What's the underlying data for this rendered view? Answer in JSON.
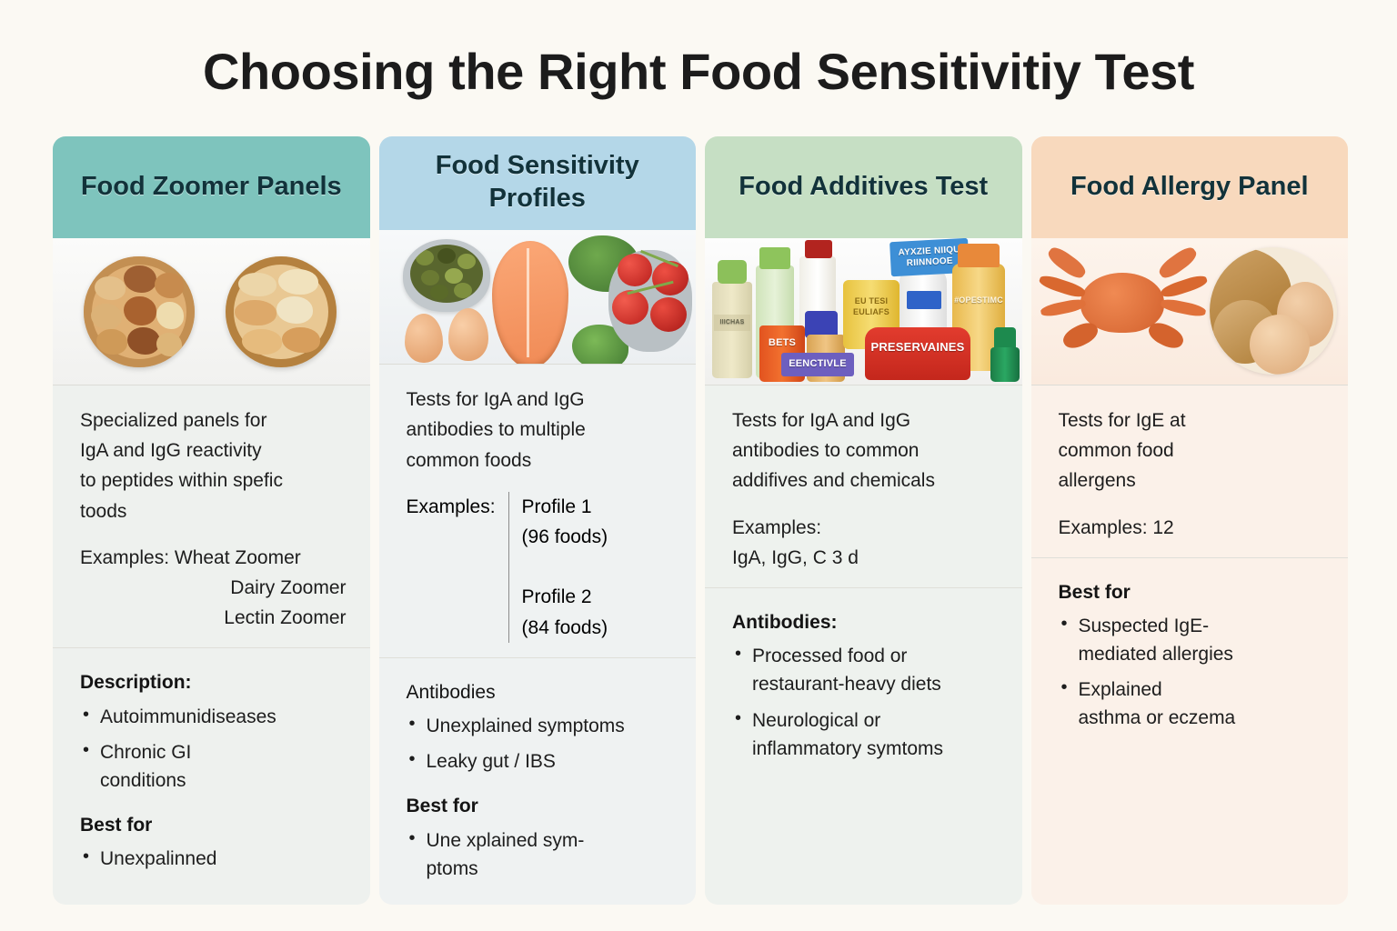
{
  "title": "Choosing the Right Food Sensitivitiy Test",
  "theme": {
    "page_bg": "#fbf9f3",
    "title_color": "#1c1c1c",
    "header_text_color": "#12323a"
  },
  "columns": [
    {
      "id": "food-zoomer-panels",
      "title": "Food Zoomer\nPanels",
      "header_color": "#7ec4bd",
      "body_color": "#eef1ee",
      "photo": {
        "name": "nuts-and-beans-bowls-photo",
        "description": "Two wooden bowls of mixed nuts and beans"
      },
      "description": "Specialized panels for\nIgA and IgG reactivity\nto peptides within spefic\ntoods",
      "examples_label": "Examples: Wheat Zoomer",
      "examples_extra": "Dairy Zoomer\nLectin Zoomer",
      "lower": [
        {
          "heading": "Description:",
          "bold": true,
          "items": [
            "Autoimmunidiseases",
            "Chronic GI\nconditions"
          ]
        },
        {
          "heading": "Best for",
          "bold": true,
          "items": [
            "Unexpalinned"
          ]
        }
      ]
    },
    {
      "id": "food-sensitivity-profiles",
      "title": "Food Sensitivity\nProfiles",
      "header_color": "#b4d7e8",
      "body_color": "#eff2f2",
      "photo": {
        "name": "olives-eggs-salmon-broccoli-tomatoes-photo",
        "description": "Olives, eggs, salmon fillet, broccoli and tomatoes on a white tray"
      },
      "description": "Tests for IgA and IgG\nantibodies to multiple\ncommon foods",
      "examples_key": "Examples:",
      "examples_values": "Profile 1\n(96 foods)\n\nProfile 2\n(84 foods)",
      "lower": [
        {
          "heading": "Antibodies",
          "bold": false,
          "items": [
            "Unexplained symptoms",
            "Leaky gut / IBS"
          ]
        },
        {
          "heading": "Best for",
          "bold": true,
          "items": [
            "Une xplained sym-\nptoms"
          ]
        }
      ]
    },
    {
      "id": "food-additives-test",
      "title": "Food Additives\nTest",
      "header_color": "#c6dfc4",
      "body_color": "#eef2ee",
      "photo": {
        "name": "packaged-food-additive-bottles-photo",
        "description": "Row of colorful bottles and packaged products with additive labels",
        "labels": [
          "PRESERVAINES",
          "EENCTIVLE",
          "AYXZIE NIIQU",
          "RIINNOOE",
          "#OPESTIMC",
          "BETS",
          "EU TESI",
          "EULIAFS"
        ]
      },
      "description": "Tests for IgA and IgG\nantibodies to common\naddifives and chemicals",
      "examples_key": "Examples:",
      "examples_values": " IgA, IgG, C 3 d",
      "lower": [
        {
          "heading": "Antibodies:",
          "bold": true,
          "items": [
            "Processed food or\nrestaurant-heavy diets",
            "Neurological or\ninflammatory symtoms"
          ]
        }
      ]
    },
    {
      "id": "food-allergy-panel",
      "title": "Food Allergy\nPanel",
      "header_color": "#f8d9bd",
      "body_color": "#fbf1e9",
      "photo": {
        "name": "crab-bread-eggs-photo",
        "description": "A cooked crab beside a round inset of bread and eggs"
      },
      "description": "Tests for IgE at\ncommon food\nallergens",
      "examples_key": "Examples: 12",
      "lower": [
        {
          "heading": "Best for",
          "bold": true,
          "items": [
            "Suspected IgE-\nmediated allergies",
            "Explained\nasthma or eczema"
          ]
        }
      ]
    }
  ]
}
